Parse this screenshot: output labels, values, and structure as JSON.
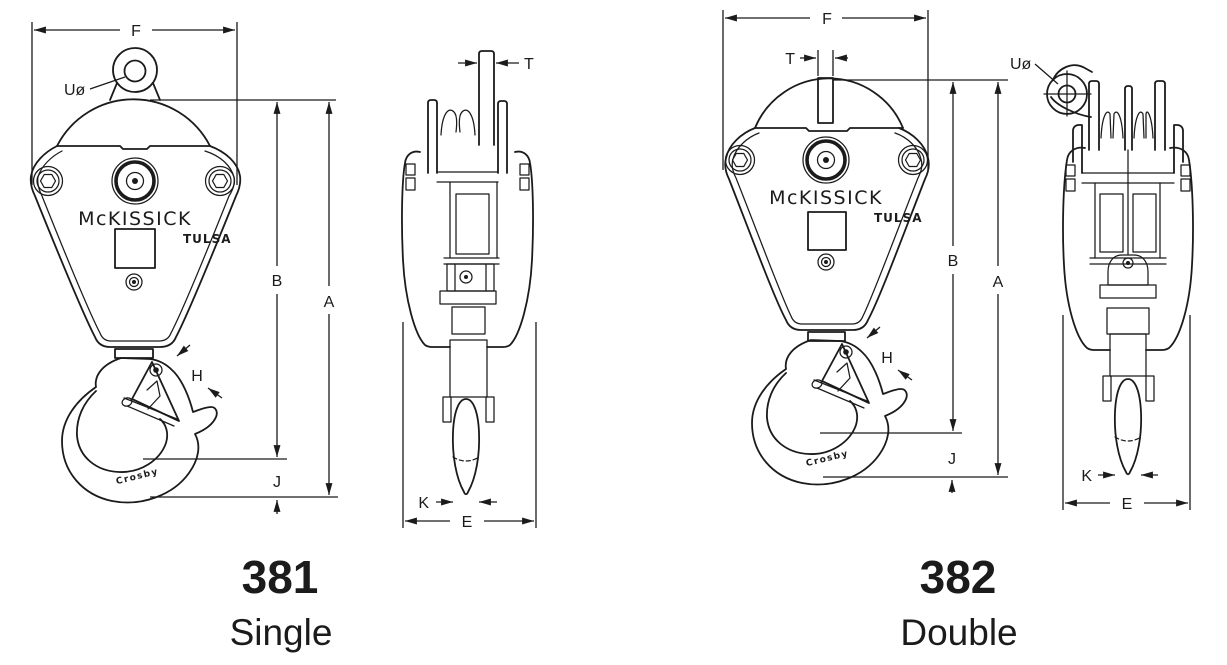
{
  "colors": {
    "background": "#ffffff",
    "line": "#1b1b1b"
  },
  "labels": {
    "F": "F",
    "T": "T",
    "U": "Uø",
    "B": "B",
    "A": "A",
    "H": "H",
    "J": "J",
    "K": "K",
    "E": "E"
  },
  "brand": {
    "name": "McKISSICK",
    "city": "TULSA",
    "hook_stamp": "Crosby"
  },
  "models": [
    {
      "number": "381",
      "type": "Single"
    },
    {
      "number": "382",
      "type": "Double"
    }
  ]
}
